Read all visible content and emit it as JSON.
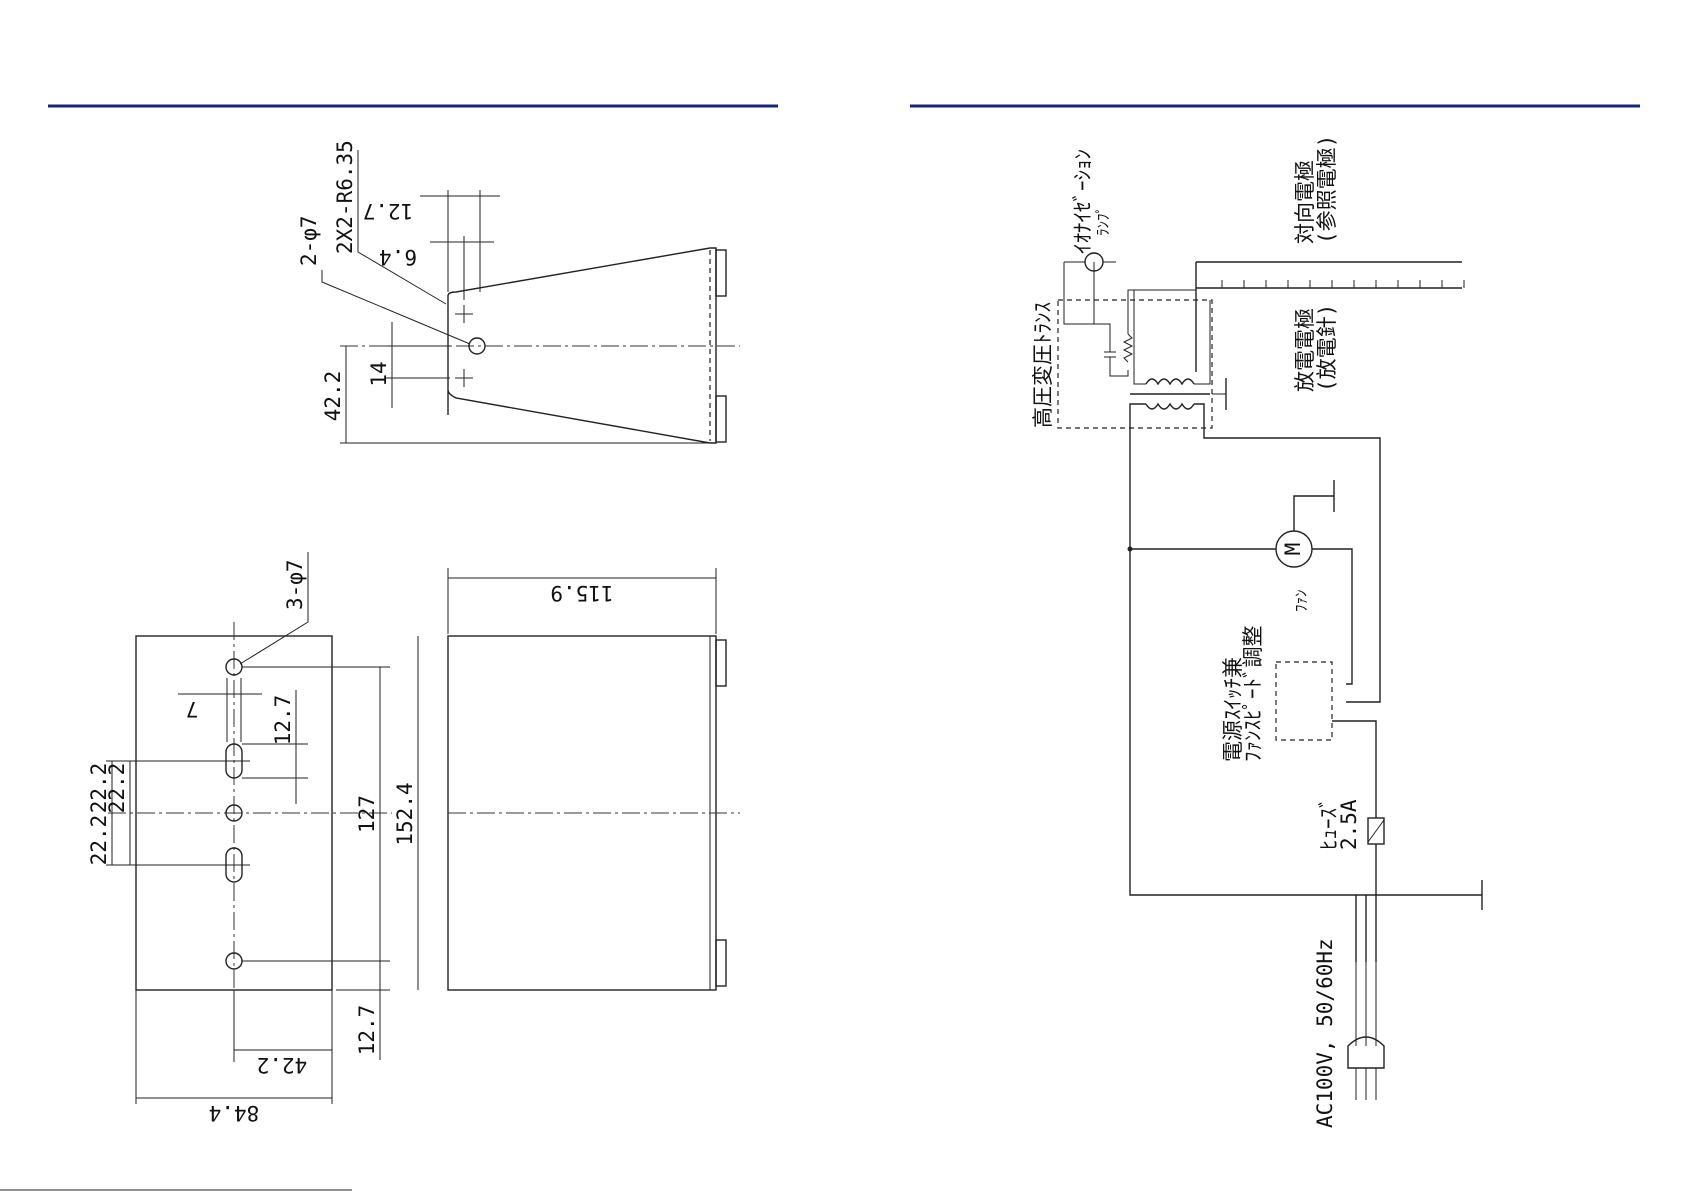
{
  "colors": {
    "rule": "#1a237e",
    "line": "#222222",
    "background": "#ffffff"
  },
  "drawing": {
    "top_view": {
      "holes_note": "2-φ7",
      "radius_note": "2X2-R6.35",
      "dim_12_7": "12.7",
      "dim_6_4": "6.4",
      "dim_14": "14",
      "dim_42_2": "42.2"
    },
    "front_view": {
      "holes_note": "3-φ7",
      "dim_7": "7",
      "dim_12_7_top": "12.7",
      "dim_22_2_a": "22.2",
      "dim_22_2_b": "22.2",
      "dim_22_2_c": "22.2",
      "dim_127": "127",
      "dim_152_4": "152.4",
      "dim_12_7_bottom": "12.7",
      "dim_42_2": "42.2",
      "dim_84_4": "84.4"
    },
    "side_view": {
      "dim_115_9": "115.9"
    }
  },
  "schematic": {
    "ionization_lamp": "ｲｵﾅｲｾﾞｰｼｮﾝ",
    "ionization_lamp_2": "ﾗﾝﾌﾟ",
    "counter_electrode": "対向電極",
    "counter_electrode_2": "(参照電極)",
    "transformer": "高圧変圧ﾄﾗﾝｽ",
    "discharge_electrode": "放電電極",
    "discharge_electrode_2": "(放電針)",
    "motor_symbol": "M",
    "fan": "ﾌｧﾝ",
    "switch": "電源ｽｲｯﾁ兼",
    "switch_2": "ﾌｧﾝｽﾋﾟｰﾄﾞ調整",
    "fuse": "ﾋｭｰｽﾞ",
    "fuse_rating": "2.5A",
    "power": "AC100V, 50/60Hz"
  }
}
